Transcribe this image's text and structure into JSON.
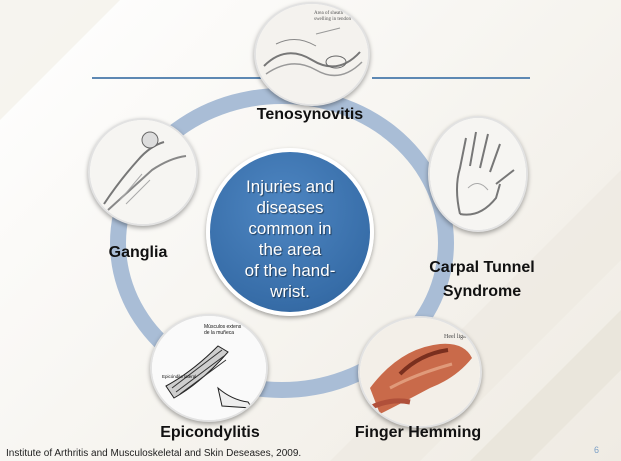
{
  "center": {
    "lines": [
      "Injuries and",
      "diseases",
      "common in",
      "the area",
      "of the hand-",
      "wrist."
    ]
  },
  "nodes": [
    {
      "label": "Tenosynovitis",
      "icon": "tendon-sketch-icon",
      "caption": [
        "Area of sheath",
        "swelling in tendon"
      ]
    },
    {
      "label": "Carpal Tunnel\nSyndrome",
      "icon": "hand-sketch-icon"
    },
    {
      "label": "Finger Hemming",
      "icon": "hand-anatomy-icon",
      "caption": [
        "Heel liga"
      ]
    },
    {
      "label": "Epicondylitis",
      "icon": "forearm-muscle-icon",
      "caption": [
        "Músculos extens",
        "de la muñeca",
        "Epicóndilo lateral"
      ]
    },
    {
      "label": "Ganglia",
      "icon": "wrist-ganglion-icon"
    }
  ],
  "footnote": "Institute of Arthritis and Musculoskeletal and Skin Deseases, 2009.",
  "page_number": "6",
  "colors": {
    "ring": "#a9bdd6",
    "center": "#376da8",
    "line": "#5d88b3"
  }
}
